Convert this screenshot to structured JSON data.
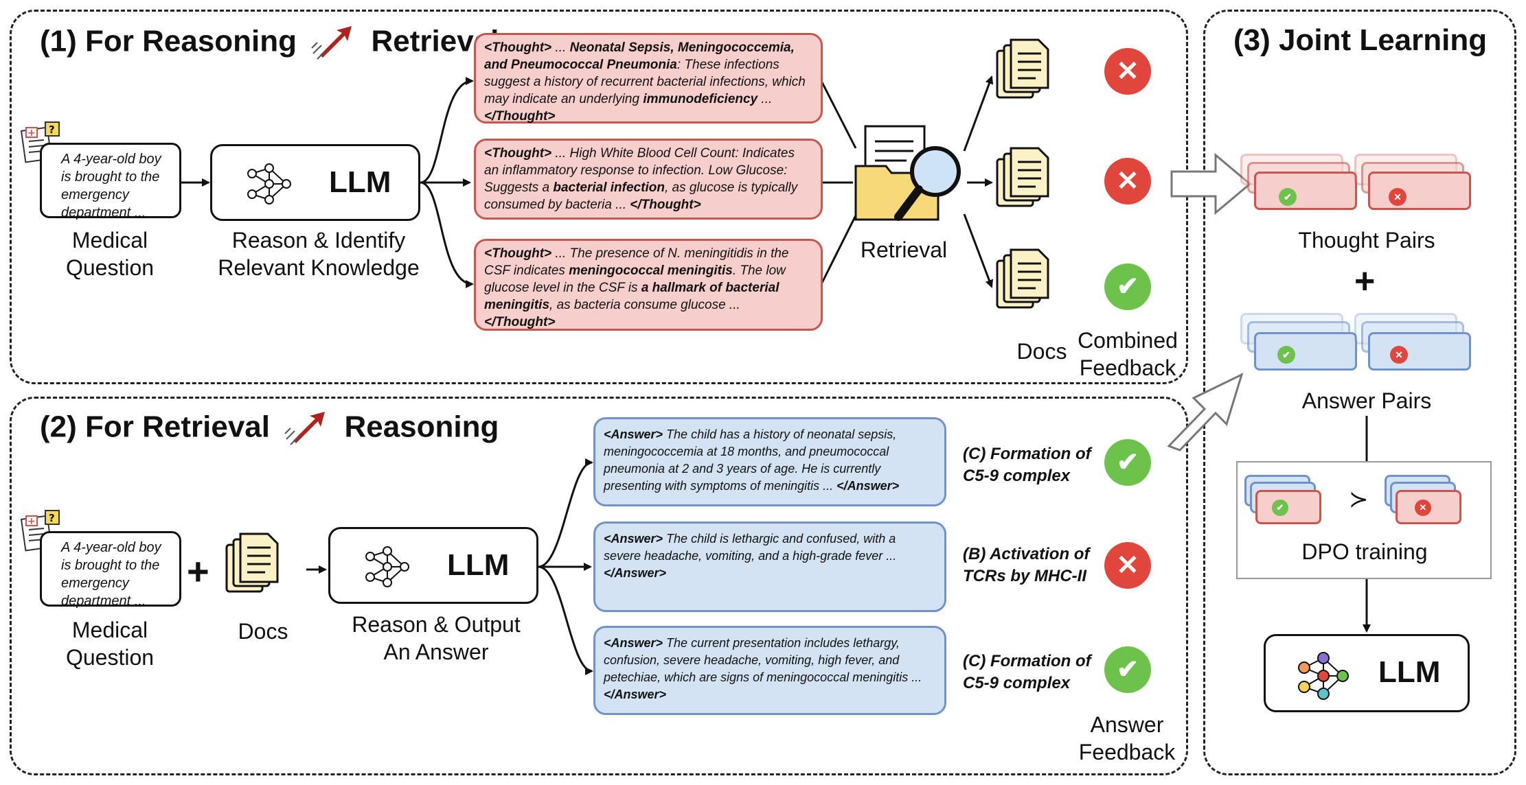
{
  "panel1": {
    "title_left": "(1) For Reasoning",
    "title_right": "Retrieval",
    "question_text": "A 4-year-old boy is brought to the emergency department ...",
    "question_caption": "Medical Question",
    "llm_label": "LLM",
    "llm_caption": "Reason & Identify Relevant Knowledge",
    "thoughts": [
      {
        "parts": [
          [
            "<Thought>",
            true
          ],
          [
            " ... ",
            false
          ],
          [
            "Neonatal Sepsis, Meningococcemia, and Pneumococcal Pneumonia",
            true
          ],
          [
            ": These infections suggest a history of recurrent bacterial infections, which may indicate an underlying ",
            false
          ],
          [
            "immunodeficiency",
            true
          ],
          [
            " ... ",
            false
          ],
          [
            "</Thought>",
            true
          ]
        ]
      },
      {
        "parts": [
          [
            "<Thought>",
            true
          ],
          [
            " ... High White Blood Cell Count: Indicates an inflammatory response to infection. Low Glucose: Suggests a ",
            false
          ],
          [
            "bacterial infection",
            true
          ],
          [
            ", as glucose is typically consumed by bacteria ... ",
            false
          ],
          [
            "</Thought>",
            true
          ]
        ]
      },
      {
        "parts": [
          [
            "<Thought>",
            true
          ],
          [
            " ... The presence of N. meningitidis in the CSF indicates ",
            false
          ],
          [
            "meningococcal meningitis",
            true
          ],
          [
            ". The low glucose level in the CSF is ",
            false
          ],
          [
            "a hallmark of bacterial meningitis",
            true
          ],
          [
            ", as bacteria consume glucose ... ",
            false
          ],
          [
            "</Thought>",
            true
          ]
        ]
      }
    ],
    "retrieval_caption": "Retrieval",
    "docs_caption": "Docs",
    "feedback_caption": "Combined Feedback",
    "feedback": [
      "wrong",
      "wrong",
      "correct"
    ]
  },
  "panel2": {
    "title_left": "(2) For Retrieval",
    "title_right": "Reasoning",
    "question_text": "A 4-year-old boy is brought to the emergency department ...",
    "question_caption": "Medical Question",
    "plus": "+",
    "docs_caption": "Docs",
    "llm_label": "LLM",
    "llm_caption": "Reason & Output An Answer",
    "answers": [
      {
        "parts": [
          [
            "<Answer>",
            true
          ],
          [
            " The child has a history of neonatal sepsis, meningococcemia at 18 months, and pneumococcal pneumonia at 2 and 3 years of age. He is currently presenting with symptoms of meningitis ... ",
            false
          ],
          [
            "</Answer>",
            true
          ]
        ]
      },
      {
        "parts": [
          [
            "<Answer>",
            true
          ],
          [
            " The child is lethargic and confused, with a severe headache, vomiting, and a high-grade fever ... ",
            false
          ],
          [
            "</Answer>",
            true
          ]
        ]
      },
      {
        "parts": [
          [
            "<Answer>",
            true
          ],
          [
            " The current presentation includes lethargy, confusion, severe headache, vomiting, high fever, and petechiae, which are signs of meningococcal meningitis ... ",
            false
          ],
          [
            "</Answer>",
            true
          ]
        ]
      }
    ],
    "options": [
      "(C) Formation of C5-9 complex",
      "(B) Activation of TCRs by MHC-II",
      "(C) Formation of C5-9 complex"
    ],
    "feedback": [
      "correct",
      "wrong",
      "correct"
    ],
    "feedback_caption": "Answer Feedback"
  },
  "panel3": {
    "title": "(3) Joint Learning",
    "thought_pairs": "Thought Pairs",
    "plus": "+",
    "answer_pairs": "Answer Pairs",
    "prefer_symbol": "≻",
    "dpo_caption": "DPO training",
    "llm_label": "LLM"
  },
  "icons": {
    "correct": "✔",
    "wrong": "✕"
  },
  "colors": {
    "red_fill": "#f6cfcd",
    "red_border": "#c9564e",
    "blue_fill": "#d3e3f4",
    "blue_border": "#6f93c8",
    "ok": "#6cc24a",
    "no": "#e0463b",
    "doc_fill": "#fbf1c7",
    "arrow_red": "#b0221e"
  }
}
